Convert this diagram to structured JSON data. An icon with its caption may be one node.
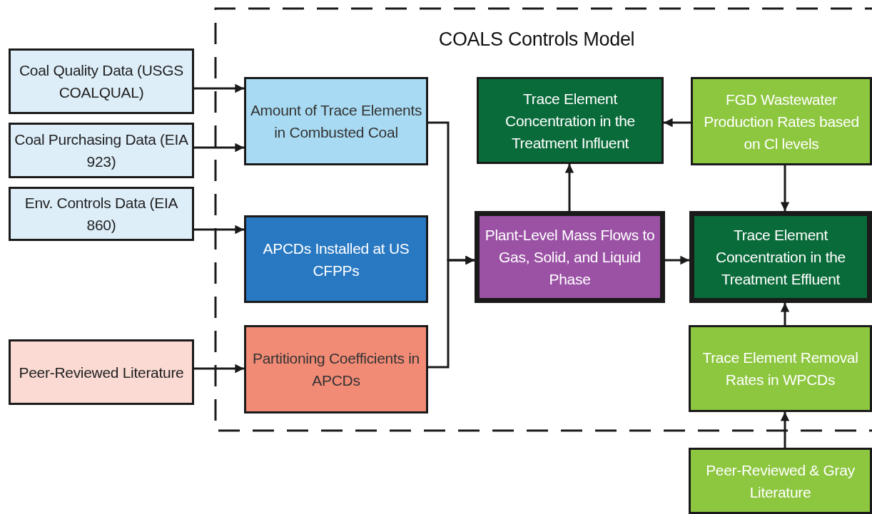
{
  "diagram": {
    "nodes": [
      {
        "text": [
          "COALS Controls Model"
        ]
      },
      {
        "text": [
          "Coal Quality Data (USGS COALQUAL)"
        ]
      },
      {
        "text": [
          "Coal Purchasing Data (EIA 923)"
        ]
      },
      {
        "text": [
          "Env. Controls Data (EIA 860)"
        ]
      },
      {
        "text": [
          "Peer-Reviewed Literature"
        ]
      },
      {
        "text": [
          "Amount of Trace Elements in Combusted Coal"
        ],
        "in": 0
      },
      {
        "text": [
          "APCDs Installed at US CFPPs"
        ],
        "in": 0
      },
      {
        "text": [
          "Partitioning Coefficients in APCDs"
        ],
        "in": 0
      },
      {
        "text": [
          "Plant-Level Mass Flows to Gas, Solid, and Liquid Phase"
        ],
        "in": 0
      },
      {
        "text": [
          "Trace Element Concentration in the Treatment Influent"
        ],
        "in": 0
      },
      {
        "text": [
          "FGD Wastewater Production Rates based on Cl levels"
        ],
        "in": 0
      },
      {
        "text": [
          "Trace Element Concentration in the Treatment Effluent"
        ],
        "in": 0
      },
      {
        "text": [
          "Trace Element Removal Rates in WPCDs"
        ],
        "in": 0
      },
      {
        "text": [
          "Peer-Reviewed & Gray Literature"
        ]
      }
    ],
    "edges": [
      {
        "from": 1,
        "to": 5,
        "arrow": "to"
      },
      {
        "from": 2,
        "to": 5,
        "arrow": "to"
      },
      {
        "from": 3,
        "to": 6,
        "arrow": "to"
      },
      {
        "from": 4,
        "to": 7,
        "arrow": "to"
      },
      {
        "from": 5,
        "to": 8,
        "arrow": "to"
      },
      {
        "from": 7,
        "to": 8,
        "arrow": "to"
      },
      {
        "from": 8,
        "to": 9,
        "arrow": "to"
      },
      {
        "from": 10,
        "to": 9,
        "arrow": "to"
      },
      {
        "from": 8,
        "to": 11,
        "arrow": "to"
      },
      {
        "from": 10,
        "to": 11,
        "arrow": "to"
      },
      {
        "from": 12,
        "to": 11,
        "arrow": "to"
      },
      {
        "from": 13,
        "to": 12,
        "arrow": "to"
      }
    ]
  }
}
